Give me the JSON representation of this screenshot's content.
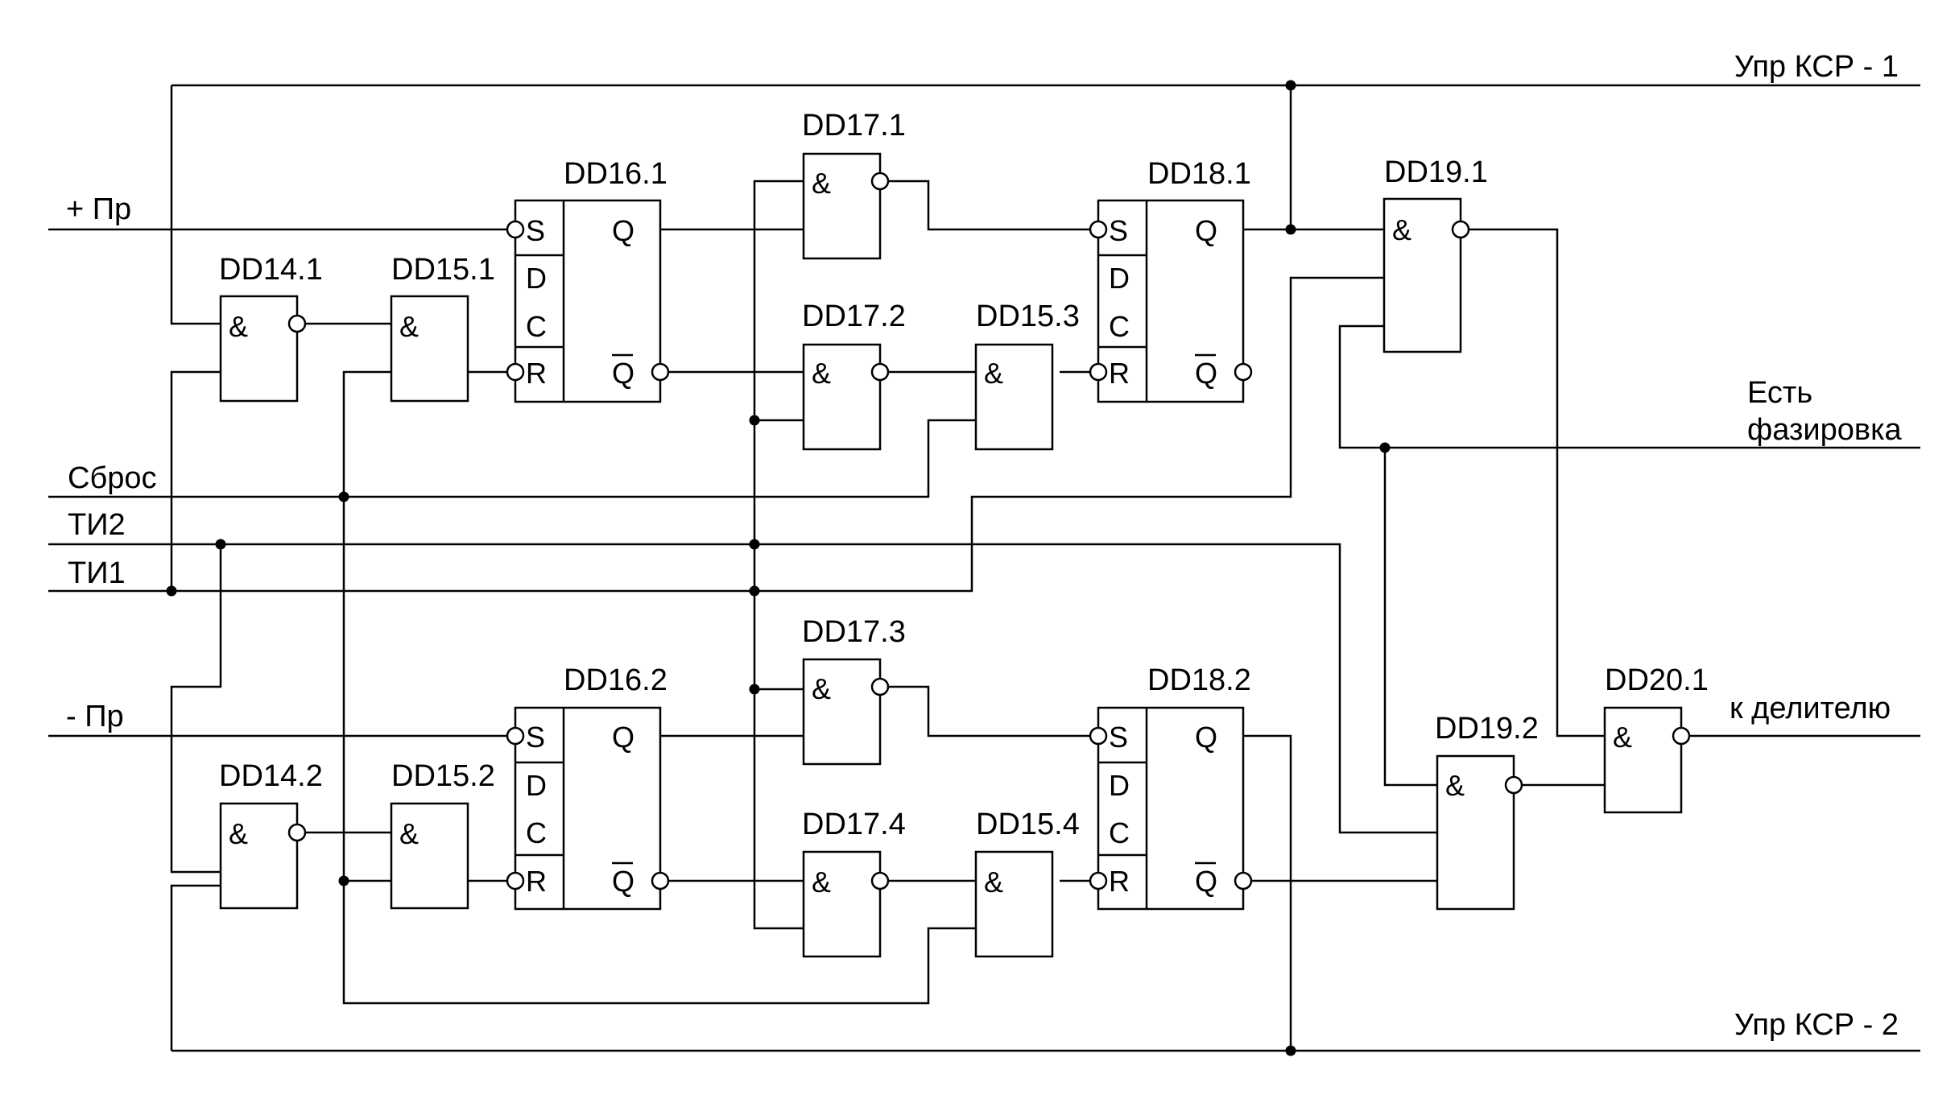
{
  "signals": {
    "upr_ksr_1": "Упр КСР - 1",
    "upr_ksr_2": "Упр КСР - 2",
    "plus_pr": "+ Пр",
    "minus_pr": "- Пр",
    "sbros": "Сброс",
    "ti2": "ТИ2",
    "ti1": "ТИ1",
    "est_line1": "Есть",
    "est_line2": "фазировка",
    "k_delitelyu": "к делителю"
  },
  "chips": {
    "dd14_1": "DD14.1",
    "dd14_2": "DD14.2",
    "dd15_1": "DD15.1",
    "dd15_2": "DD15.2",
    "dd15_3": "DD15.3",
    "dd15_4": "DD15.4",
    "dd16_1": "DD16.1",
    "dd16_2": "DD16.2",
    "dd17_1": "DD17.1",
    "dd17_2": "DD17.2",
    "dd17_3": "DD17.3",
    "dd17_4": "DD17.4",
    "dd18_1": "DD18.1",
    "dd18_2": "DD18.2",
    "dd19_1": "DD19.1",
    "dd19_2": "DD19.2",
    "dd20_1": "DD20.1"
  },
  "symbols": {
    "and": "&",
    "s": "S",
    "d": "D",
    "c": "C",
    "r": "R",
    "q": "Q"
  }
}
